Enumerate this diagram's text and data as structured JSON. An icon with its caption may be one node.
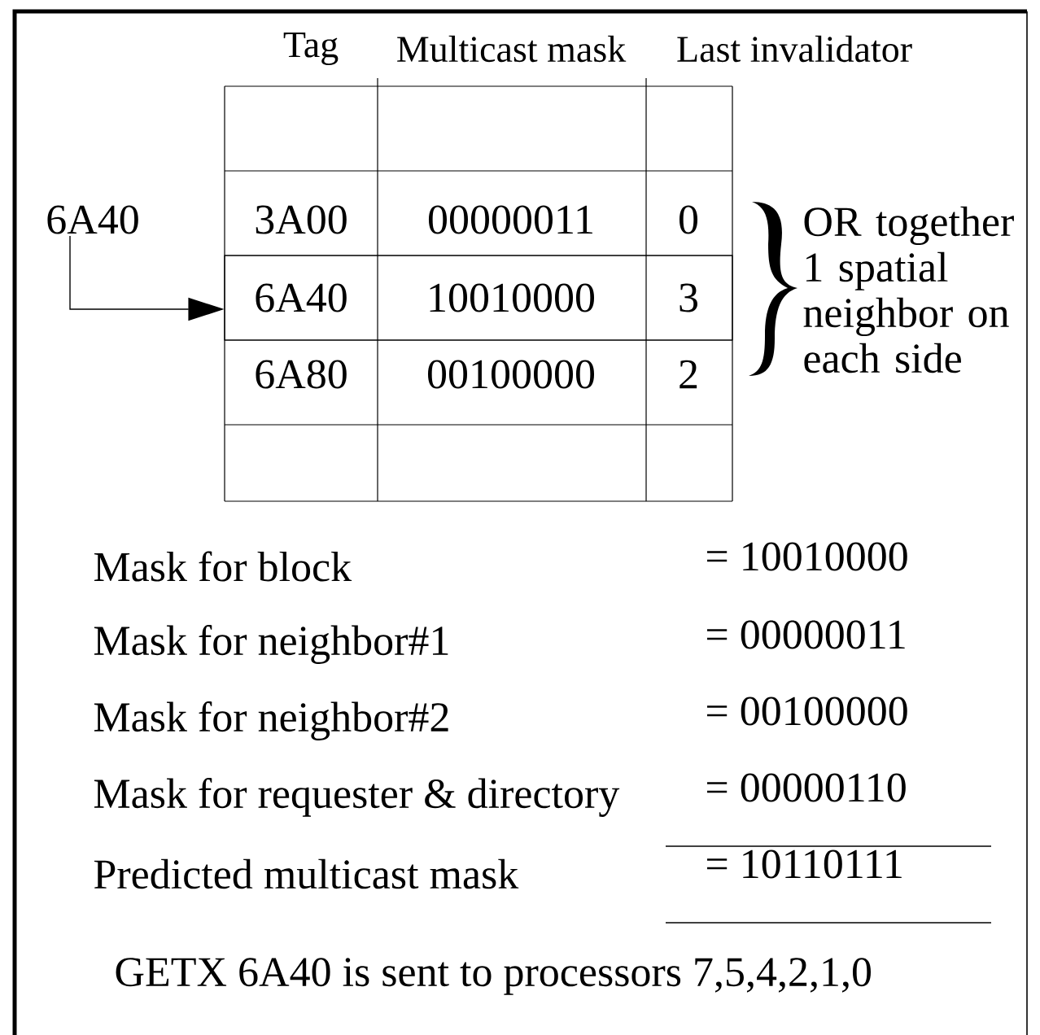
{
  "diagram": {
    "nodes": [
      {
        "text": [
          "6A40"
        ]
      },
      {
        "text": [],
        "shape": "box"
      }
    ],
    "edges": [
      {
        "from": 0,
        "to": 1,
        "arrow": "to"
      }
    ],
    "labels": [
      "Tag",
      "Multicast mask",
      "Last invalidator",
      "3A00",
      "00000011",
      "0",
      "6A40",
      "10010000",
      "3",
      "6A80",
      "00100000",
      "2",
      "OR together 1 spatial neighbor on each side",
      "Mask for block",
      "= 10010000",
      "Mask for neighbor#1",
      "= 00000011",
      "Mask for neighbor#2",
      "= 00100000",
      "Mask for requester & directory",
      "= 00000110",
      "Predicted multicast mask",
      "= 10110111",
      "GETX 6A40 is sent to processors 7,5,4,2,1,0"
    ]
  }
}
